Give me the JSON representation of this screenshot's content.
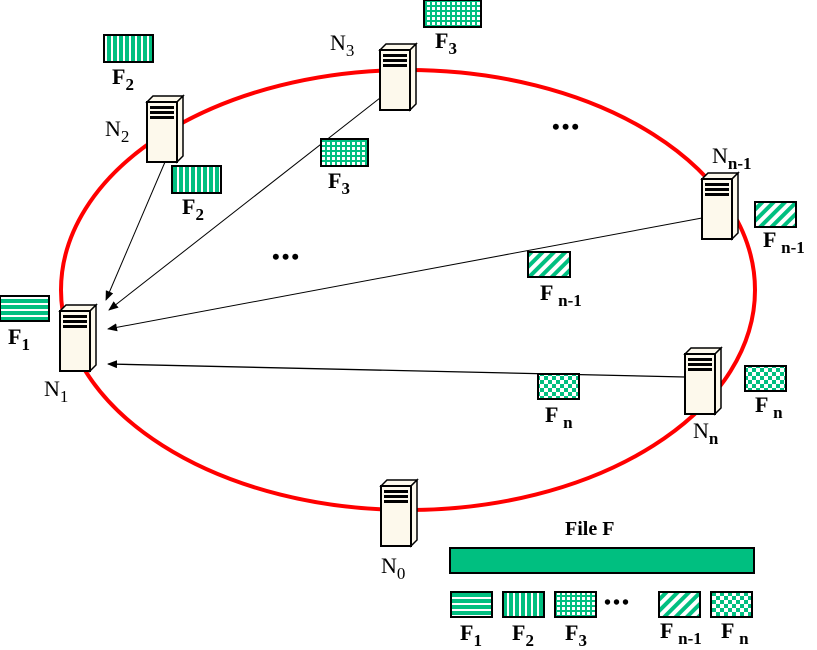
{
  "diagram": {
    "description": "File F split into fragments F1..Fn distributed across nodes N0..Nn on a ring; fragments sent to N1",
    "ring_color": "#ff0000",
    "fragment_color": "#00bf80",
    "server_color": "#fdf9ec",
    "nodes": [
      {
        "id": "N0",
        "name": "N",
        "sub": "0"
      },
      {
        "id": "N1",
        "name": "N",
        "sub": "1"
      },
      {
        "id": "N2",
        "name": "N",
        "sub": "2"
      },
      {
        "id": "N3",
        "name": "N",
        "sub": "3"
      },
      {
        "id": "Nn-1",
        "name": "N",
        "sub": "n-1"
      },
      {
        "id": "Nn",
        "name": "N",
        "sub": "n"
      }
    ],
    "fragments": [
      {
        "id": "F1",
        "name": "F",
        "sub": "1",
        "pattern": "horizontal-stripes"
      },
      {
        "id": "F2",
        "name": "F",
        "sub": "2",
        "pattern": "vertical-stripes"
      },
      {
        "id": "F3",
        "name": "F",
        "sub": "3",
        "pattern": "grid"
      },
      {
        "id": "Fn-1",
        "name": "F",
        "sub": "n-1",
        "pattern": "diagonal-stripes"
      },
      {
        "id": "Fn",
        "name": "F",
        "sub": "n",
        "pattern": "checkerboard"
      }
    ],
    "edges": [
      {
        "from": "N2",
        "to": "N1",
        "carries": "F2"
      },
      {
        "from": "N3",
        "to": "N1",
        "carries": "F3"
      },
      {
        "from": "Nn-1",
        "to": "N1",
        "carries": "Fn-1"
      },
      {
        "from": "Nn",
        "to": "N1",
        "carries": "Fn"
      }
    ],
    "ellipsis": "•••",
    "legend": {
      "title": "File F"
    }
  }
}
